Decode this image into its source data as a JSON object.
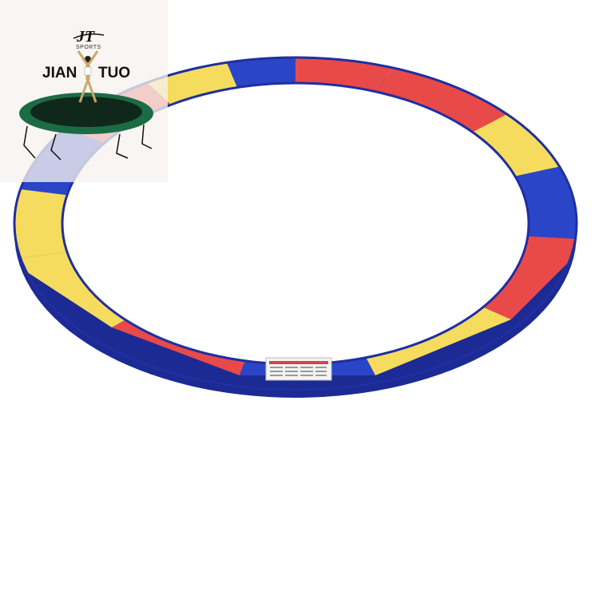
{
  "brand": {
    "name_left": "JIAN",
    "name_right": "TUO",
    "monogram": "JT",
    "tagline": "SPORTS"
  },
  "product": {
    "type": "trampoline-safety-pad",
    "segment_colors": [
      "#2b45c8",
      "#e84a4a",
      "#f5dc5e"
    ],
    "edge_color": "#1f2fa0"
  },
  "colors": {
    "blue": "#2b45c8",
    "red": "#e84a4a",
    "yellow": "#f5dc5e",
    "mat_green": "#16573a",
    "logo_background": "#f6f2ee"
  }
}
